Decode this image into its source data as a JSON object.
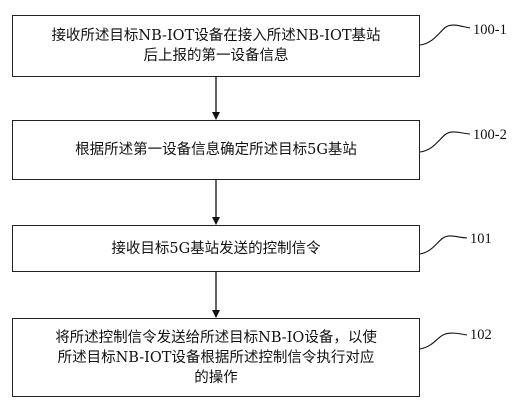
{
  "steps": [
    {
      "id": "100-1",
      "lines": [
        "接收所述目标NB-IOT设备在接入所述NB-IOT基站",
        "后上报的第一设备信息"
      ]
    },
    {
      "id": "100-2",
      "lines": [
        "根据所述第一设备信息确定所述目标5G基站"
      ]
    },
    {
      "id": "101",
      "lines": [
        "接收目标5G基站发送的控制信令"
      ]
    },
    {
      "id": "102",
      "lines": [
        "将所述控制信令发送给所述目标NB-IO设备，以使",
        "所述目标NB-IOT设备根据所述控制信令执行对应",
        "的操作"
      ]
    }
  ]
}
